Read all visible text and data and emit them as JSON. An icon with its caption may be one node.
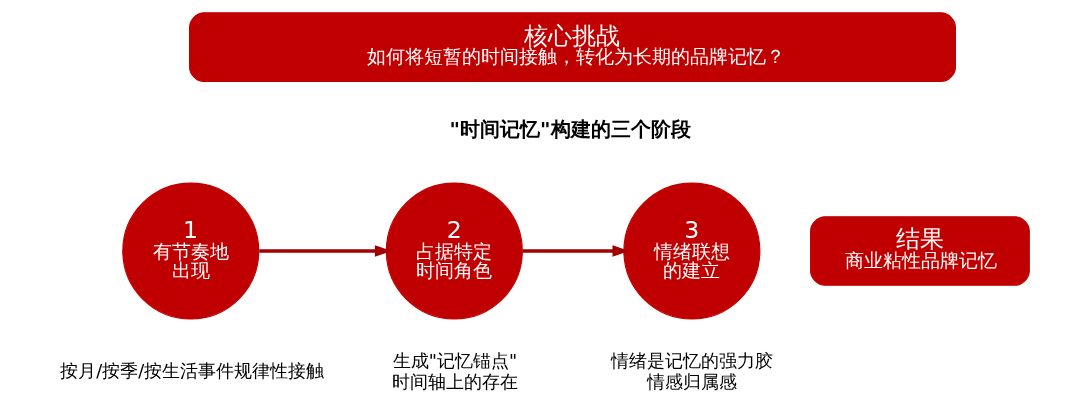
{
  "diagram": {
    "nodes": [
      {
        "text": [
          "核心挑战",
          "如何将短暂的时间接触，转化为长期的品牌记忆？"
        ]
      },
      {
        "text": [
          "1",
          "有节奏地出现"
        ],
        "beside": [
          "按月/按季/按生活事件规律性接触"
        ]
      },
      {
        "text": [
          "2",
          "占据特定时间角色"
        ],
        "beside": [
          "生成\"记忆锚点\"",
          "时间轴上的存在"
        ]
      },
      {
        "text": [
          "3",
          "情绪联想的建立"
        ],
        "beside": [
          "情绪是记忆的强力胶",
          "情感归属感"
        ]
      },
      {
        "text": [
          "结果",
          "商业粘性品牌记忆"
        ]
      }
    ],
    "edges": [
      {
        "from": 1,
        "to": 2,
        "arrow": "to"
      },
      {
        "from": 2,
        "to": 3,
        "arrow": "to"
      }
    ],
    "labels": [
      "\"时间记忆\"构建的三个阶段"
    ]
  }
}
